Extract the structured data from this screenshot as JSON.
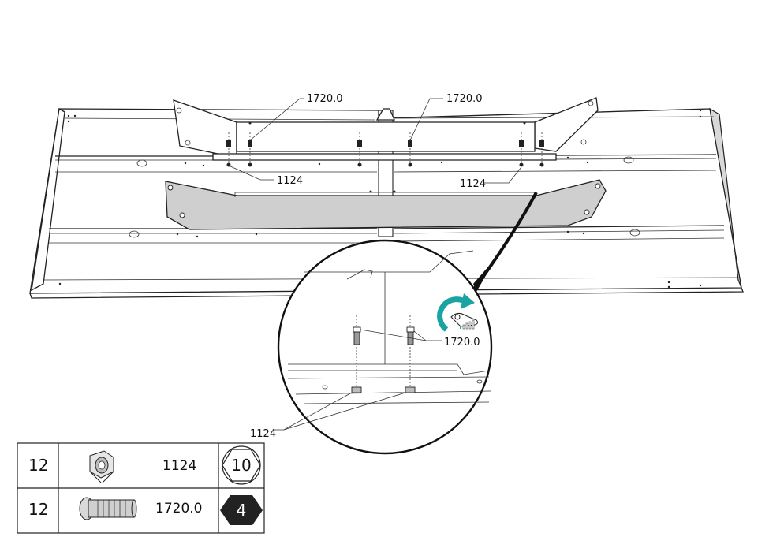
{
  "callouts": {
    "bolt_left": "1720.0",
    "bolt_right": "1720.0",
    "nut_left": "1124",
    "nut_right": "1124",
    "detail_bolt": "1720.0",
    "detail_nut": "1124"
  },
  "parts_table": [
    {
      "qty": "12",
      "code": "1124",
      "tool": "10",
      "icon": "flange-nut-icon",
      "tool_icon": "hex-socket-outline-icon"
    },
    {
      "qty": "12",
      "code": "1720.0",
      "tool": "4",
      "icon": "button-head-bolt-icon",
      "tool_icon": "hex-key-filled-icon"
    }
  ],
  "colors": {
    "accent": "#1aa3a3",
    "panel_gray": "#cfcfcf",
    "ink": "#222222"
  }
}
